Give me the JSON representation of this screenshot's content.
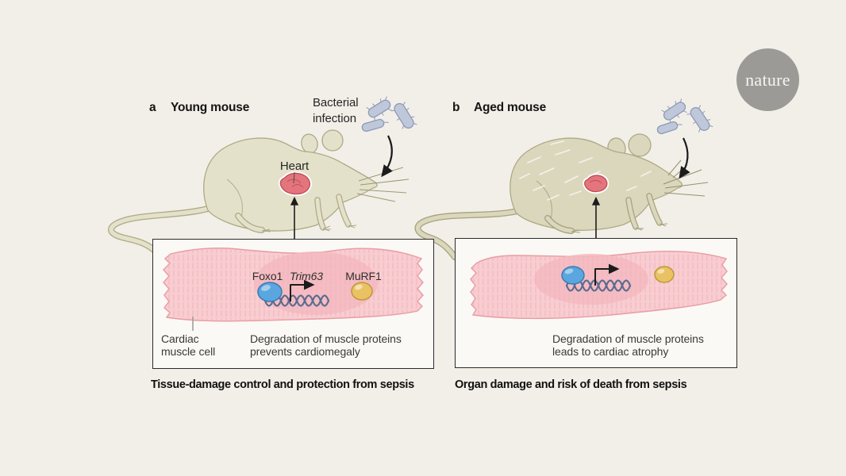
{
  "figure": {
    "background": "#f2efe8",
    "logo": {
      "text": "nature",
      "circle": "#9b9a96"
    },
    "panels": {
      "a": {
        "label": "a",
        "title": "Young mouse",
        "infection": {
          "line1": "Bacterial",
          "line2": "infection"
        },
        "heart_label": "Heart",
        "inset": {
          "cell_line1": "Cardiac",
          "cell_line2": "muscle cell",
          "foxo1": "Foxo1",
          "trim63": "Trim63",
          "murf1": "MuRF1",
          "desc_line1": "Degradation of muscle proteins",
          "desc_line2": "prevents cardiomegaly"
        },
        "caption": "Tissue-damage control and protection from sepsis"
      },
      "b": {
        "label": "b",
        "title": "Aged mouse",
        "inset": {
          "desc_line1": "Degradation of muscle proteins",
          "desc_line2": "leads to cardiac atrophy"
        },
        "caption": "Organ damage and risk of death from sepsis"
      }
    },
    "colors": {
      "background": "#f2efe8",
      "logo_circle": "#9b9a96",
      "mouse_young": "#e4e1cb",
      "mouse_aged": "#dad7bd",
      "mouse_outline": "#adaa86",
      "heart": "#e5757d",
      "heart_outline": "#c04f59",
      "muscle_cell": "#f8cdd1",
      "muscle_outline": "#e89aa2",
      "nucleus": "#f4bac1",
      "foxo1_oval": "#5aa6df",
      "murf1_oval": "#e9c264",
      "dna": "#5c6b8f",
      "bacteria": "#bec8da",
      "bacteria_outline": "#8e9ab6",
      "box_bg": "#fbf9f5",
      "box_border": "#2b2b2b"
    }
  }
}
